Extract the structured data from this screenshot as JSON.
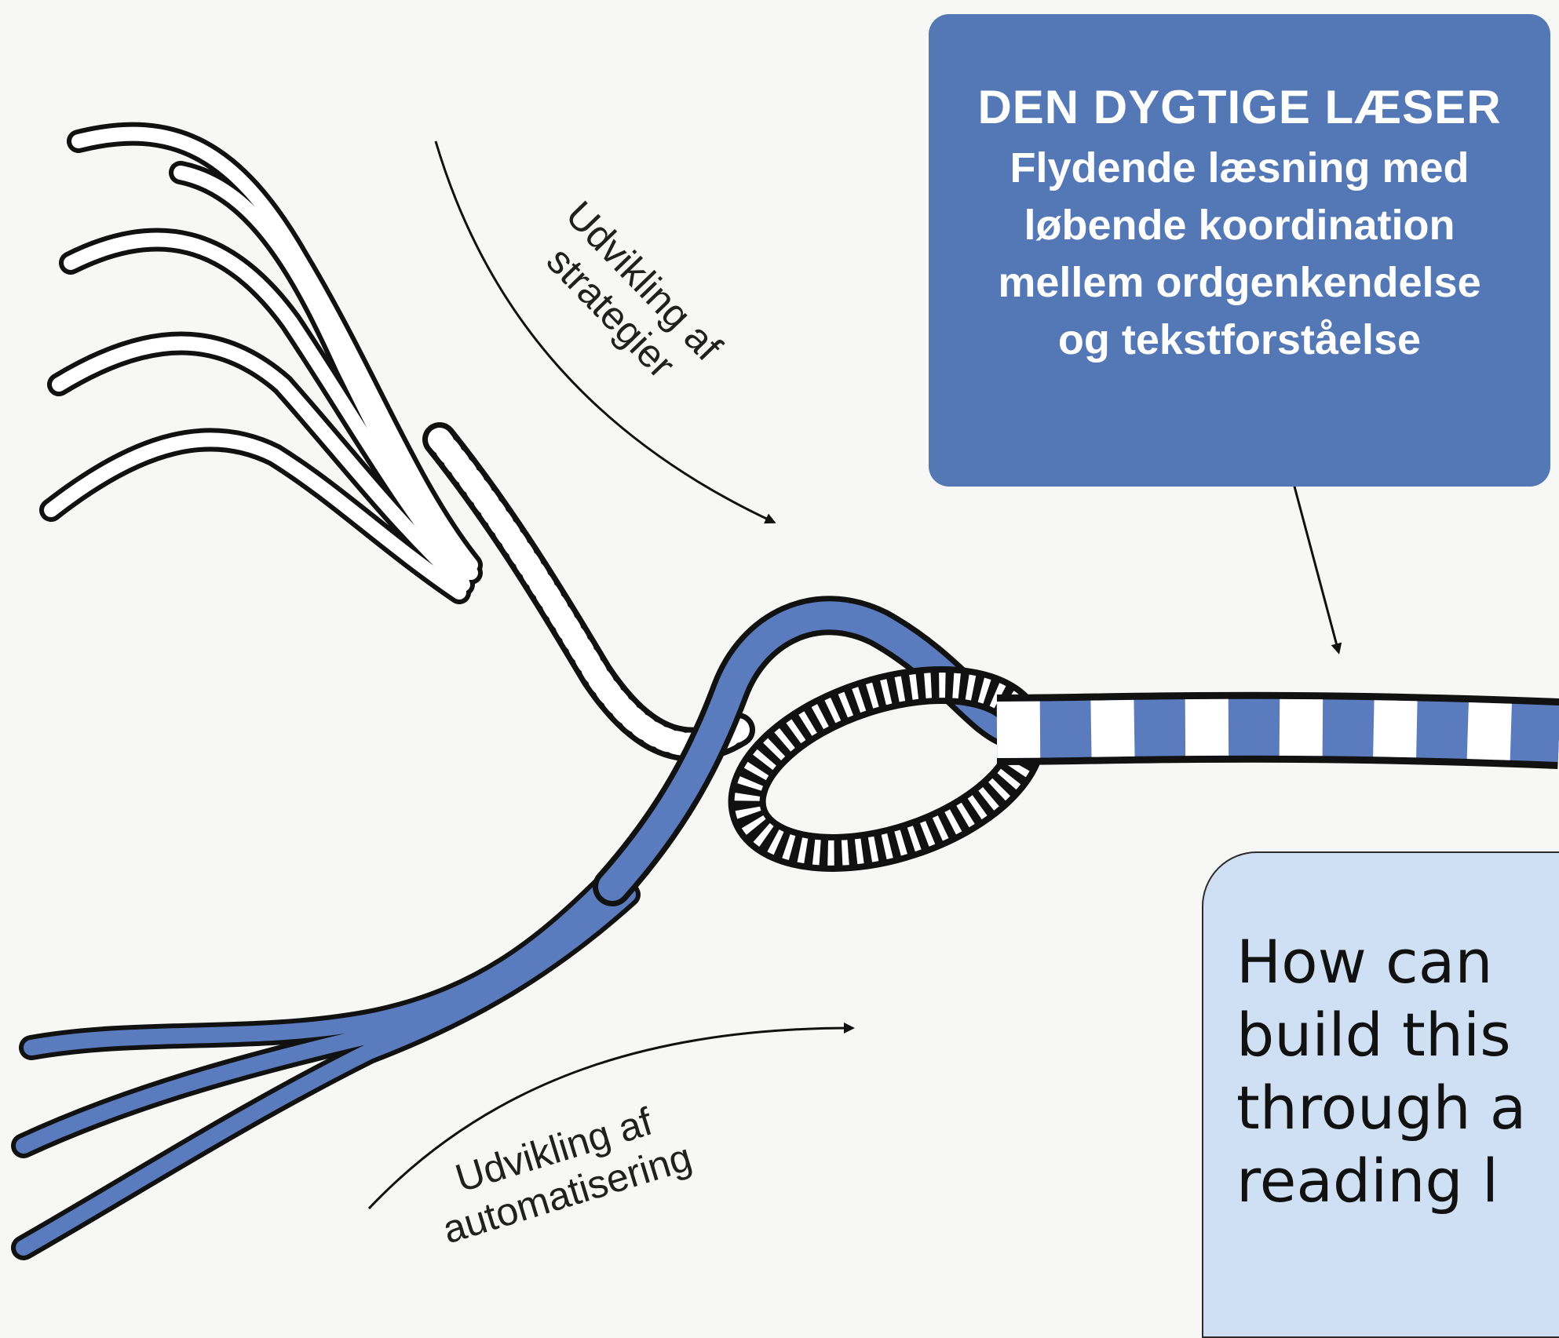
{
  "diagram": {
    "callout": {
      "headline": "DEN DYGTIGE LÆSER",
      "body": "Flydende læsning med\nløbende koordination\nmellem ordgenkendelse\nog tekstforståelse"
    },
    "labels": {
      "strategies": "Udvikling af\nstrategier",
      "automation": "Udvikling af\nautomatisering"
    },
    "question_box": {
      "text": "How can\nbuild this\nthrough a\nreading l"
    },
    "colors": {
      "rope_blue": "#5a7cbf",
      "callout_blue": "#5378b5",
      "question_bg": "#cfe0f4",
      "ink": "#111111"
    }
  }
}
